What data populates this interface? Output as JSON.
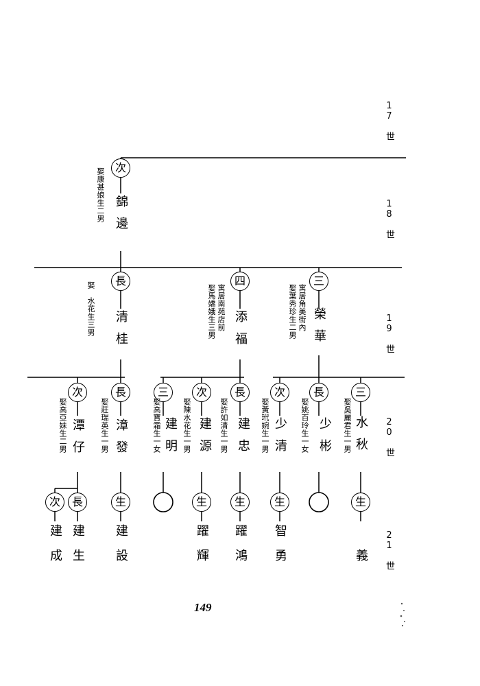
{
  "generations": [
    "17 世",
    "18 世",
    "19 世",
    "20 世",
    "21 世"
  ],
  "persons": {
    "jinbian": {
      "badge": "次",
      "name": "錦邊",
      "note": "娶康甚娘生二男"
    },
    "qinggui": {
      "badge": "長",
      "name": "清桂",
      "note": "娶　水花生三男"
    },
    "tianfu": {
      "badge": "四",
      "name": "添福",
      "note1": "寓居南苑店前",
      "note2": "娶馬嬌娥生三男"
    },
    "ronghua": {
      "badge": "三",
      "name": "榮華",
      "note1": "寓居角美街內",
      "note2": "娶葉秀珍生二男"
    },
    "tanzai": {
      "badge": "次",
      "name": "潭仔",
      "note": "娶高亞妹生二男"
    },
    "zhangfa": {
      "badge": "長",
      "name": "漳發",
      "note": "娶莊瑞英生一男"
    },
    "jianming": {
      "badge": "三",
      "name": "建明",
      "note": "娶高寶霜生一女"
    },
    "jianyuan": {
      "badge": "次",
      "name": "建源",
      "note": "娶陳水花生一男"
    },
    "jianzhong": {
      "badge": "長",
      "name": "建忠",
      "note": "娶許如清生一男"
    },
    "shaoqing": {
      "badge": "次",
      "name": "少清",
      "note": "娶黃玳婉生一男"
    },
    "shaobin": {
      "badge": "長",
      "name": "少彬",
      "note": "娶姚百玲生一女"
    },
    "shuiqiu": {
      "badge": "三",
      "name": "水秋",
      "note": "娶吳麗君生一男"
    },
    "jiancheng": {
      "badge": "次",
      "name": "建成"
    },
    "jiansheng": {
      "badge": "長",
      "name": "建生"
    },
    "jianshe": {
      "badge": "生",
      "name": "建設"
    },
    "yaohui": {
      "badge": "生",
      "name": "躍輝"
    },
    "yaohong": {
      "badge": "生",
      "name": "躍鴻"
    },
    "zhiyong": {
      "badge": "生",
      "name": "智勇"
    },
    "yi": {
      "badge": "生",
      "name": "義"
    }
  },
  "page_number": "149"
}
